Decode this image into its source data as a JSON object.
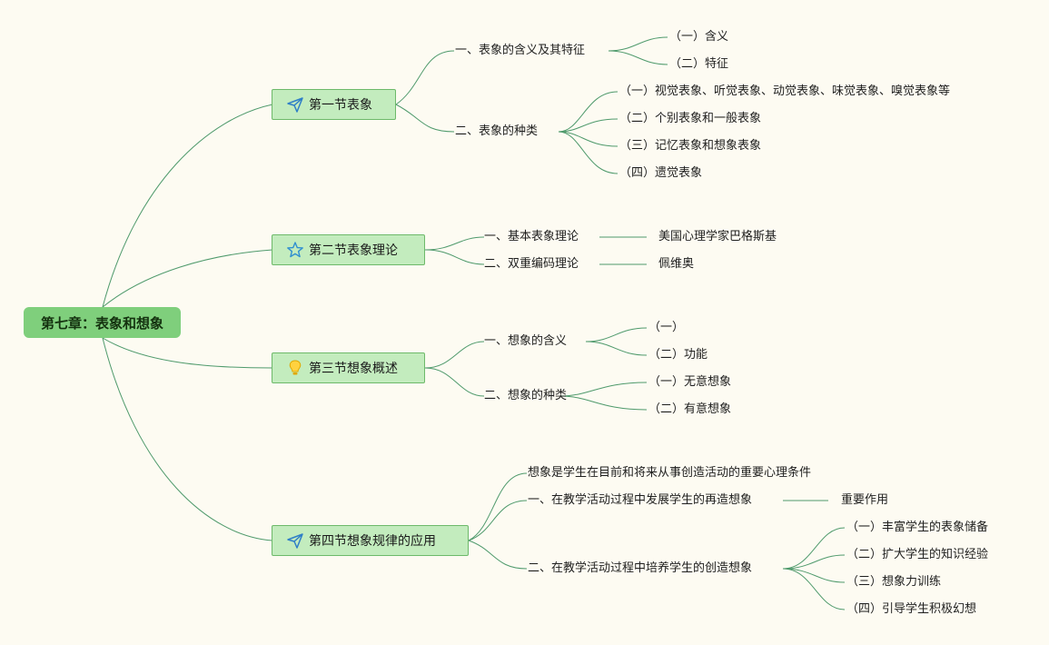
{
  "root": {
    "label": "第七章：表象和想象"
  },
  "sections": [
    {
      "label": "第一节表象",
      "icon": "paper-plane-icon"
    },
    {
      "label": "第二节表象理论",
      "icon": "star-icon"
    },
    {
      "label": "第三节想象概述",
      "icon": "lightbulb-icon"
    },
    {
      "label": "第四节想象规律的应用",
      "icon": "paper-plane-icon"
    }
  ],
  "s1": {
    "b1": {
      "label": "一、表象的含义及其特征",
      "children": [
        "（一）含义",
        "（二）特征"
      ]
    },
    "b2": {
      "label": "二、表象的种类",
      "children": [
        "（一）视觉表象、听觉表象、动觉表象、味觉表象、嗅觉表象等",
        "（二）个别表象和一般表象",
        "（三）记忆表象和想象表象",
        "（四）遗觉表象"
      ]
    }
  },
  "s2": {
    "b1": {
      "label": "一、基本表象理论",
      "child": "美国心理学家巴格斯基"
    },
    "b2": {
      "label": "二、双重编码理论",
      "child": "佩维奥"
    }
  },
  "s3": {
    "b1": {
      "label": "一、想象的含义",
      "children": [
        "（一）",
        "（二）功能"
      ]
    },
    "b2": {
      "label": "二、想象的种类",
      "children": [
        "（一）无意想象",
        "（二）有意想象"
      ]
    }
  },
  "s4": {
    "b0": {
      "label": "想象是学生在目前和将来从事创造活动的重要心理条件"
    },
    "b1": {
      "label": "一、在教学活动过程中发展学生的再造想象",
      "child": "重要作用"
    },
    "b2": {
      "label": "二、在教学活动过程中培养学生的创造想象",
      "children": [
        "（一）丰富学生的表象储备",
        "（二）扩大学生的知识经验",
        "（三）想象力训练",
        "（四）引导学生积极幻想"
      ]
    }
  },
  "colors": {
    "edge": "#4f9a6c",
    "root": "#7fcf7c",
    "section": "#c3ecbe",
    "section_border": "#6db96a",
    "background": "#fdfbf2"
  }
}
